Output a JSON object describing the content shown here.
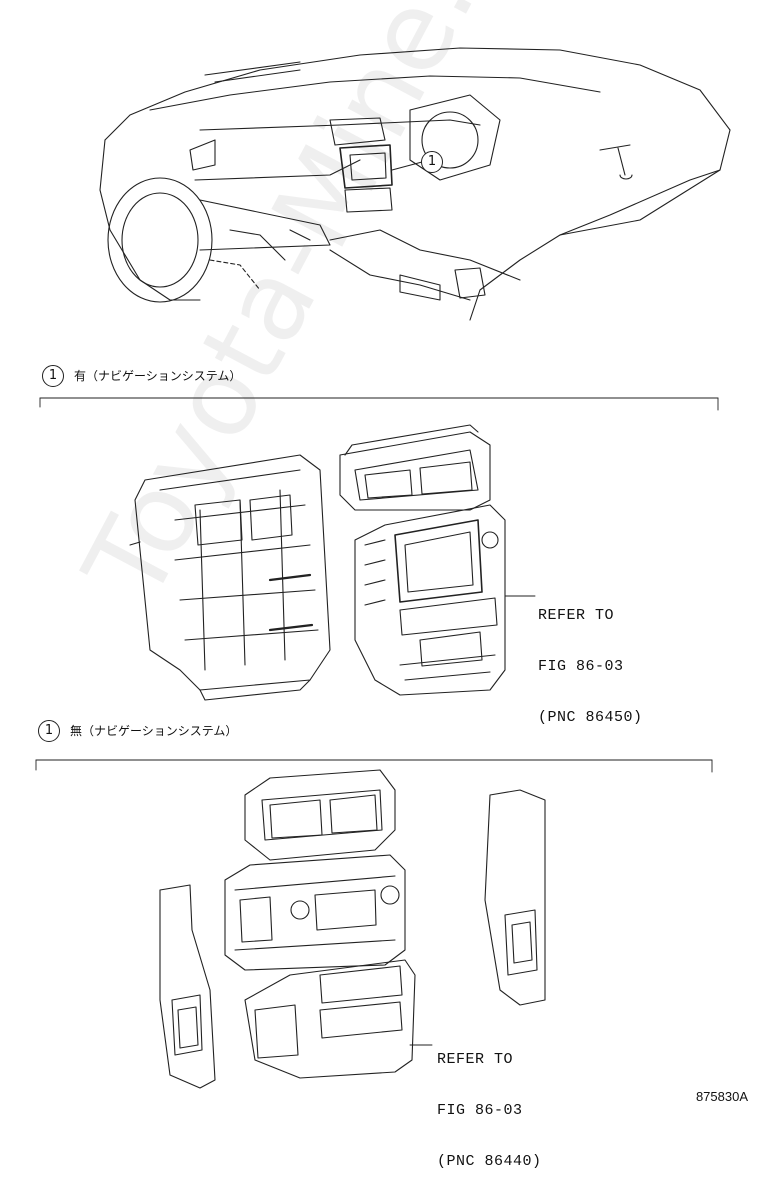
{
  "diagram": {
    "callouts": [
      {
        "number": "1"
      },
      {
        "number": "1",
        "caption": "有（ナビゲーションシステム）"
      },
      {
        "number": "1",
        "caption": "無（ナビゲーションシステム）"
      }
    ],
    "references": [
      {
        "line1": "REFER TO",
        "line2": "FIG 86-03",
        "line3": "(PNC 86450)"
      },
      {
        "line1": "REFER TO",
        "line2": "FIG 86-03",
        "line3": "(PNC 86440)"
      }
    ],
    "watermark": "Toyota-Mine.ru",
    "illustration_code": "875830A"
  }
}
